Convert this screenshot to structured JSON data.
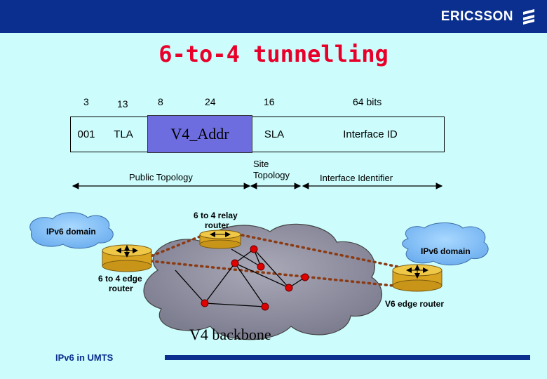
{
  "header": {
    "brand": "ERICSSON"
  },
  "title": "6-to-4 tunnelling",
  "address_format": {
    "bit_labels": [
      "3",
      "13",
      "8",
      "24",
      "16",
      "64 bits"
    ],
    "fields": [
      "001",
      "TLA",
      "V4_Addr",
      "SLA",
      "Interface ID"
    ]
  },
  "topology": {
    "public": "Public Topology",
    "site_line1": "Site",
    "site_line2": "Topology",
    "interface": "Interface Identifier"
  },
  "network": {
    "relay_router_line1": "6 to 4 relay",
    "relay_router_line2": "router",
    "ipv6_domain_left": "IPv6 domain",
    "ipv6_domain_right": "IPv6 domain",
    "edge_router_line1": "6 to 4 edge",
    "edge_router_line2": "router",
    "v6_edge_router": "V6 edge router",
    "backbone": "V4 backbone"
  },
  "footer": {
    "text": "IPv6 in UMTS"
  },
  "colors": {
    "background": "#ccfcfc",
    "bar": "#0a2f8f",
    "title": "#e8002a",
    "v4_field": "#6d6de0",
    "router": "#e8b830",
    "node": "#e00000"
  }
}
